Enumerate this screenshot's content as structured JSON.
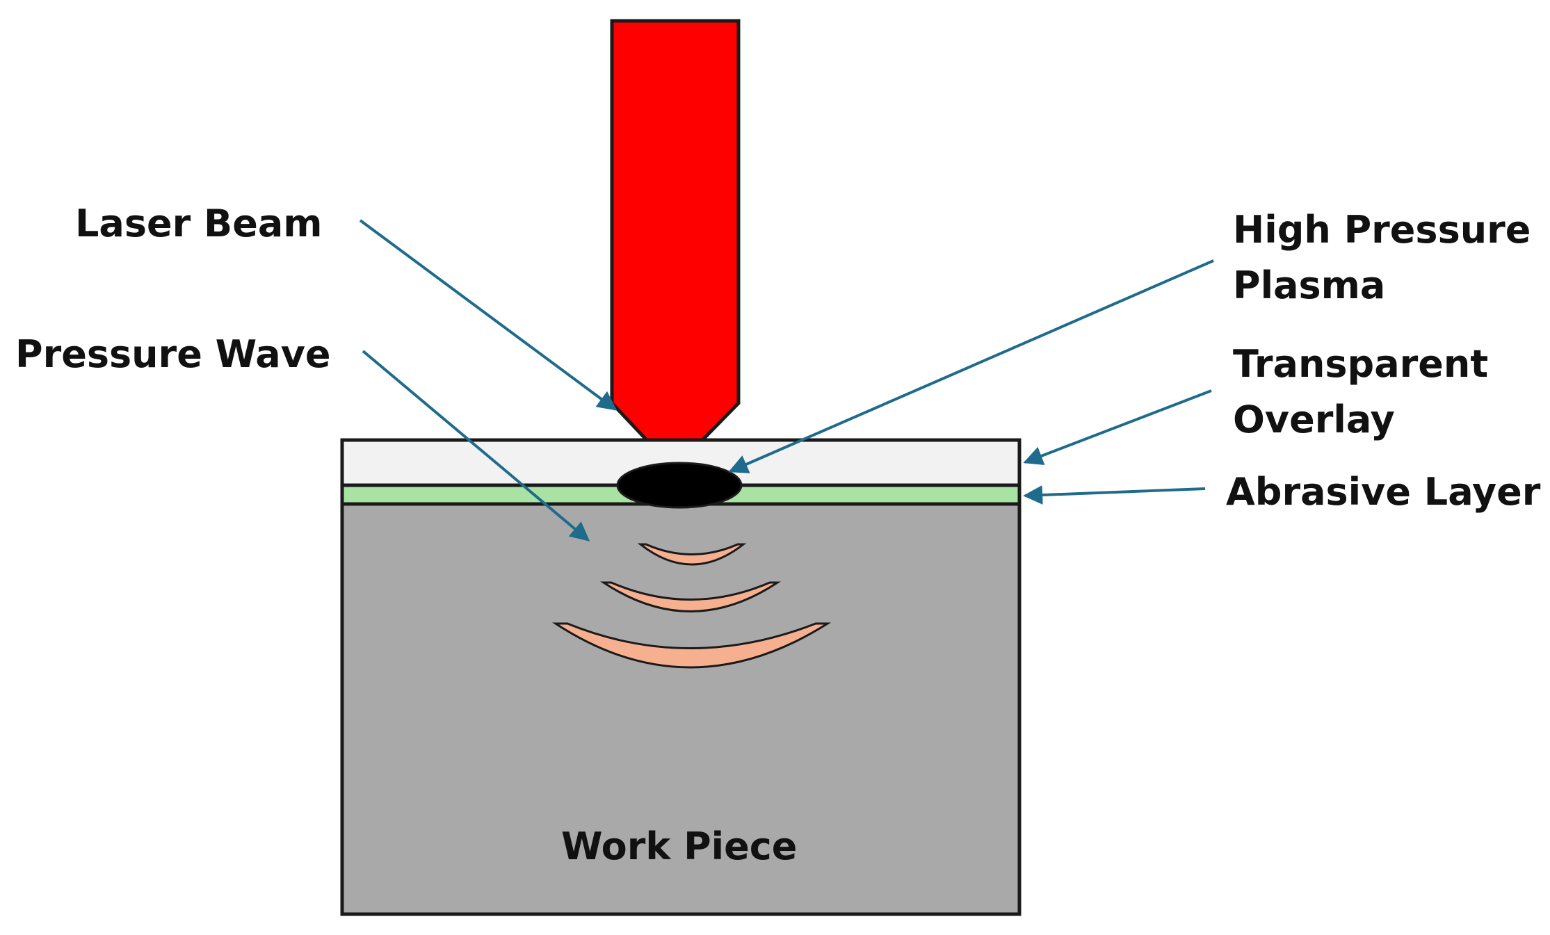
{
  "labels": {
    "laser_beam": "Laser Beam",
    "pressure_wave": "Pressure Wave",
    "high_pressure_plasma": [
      "High Pressure",
      "Plasma"
    ],
    "transparent_overlay": [
      "Transparent",
      "Overlay"
    ],
    "abrasive_layer": "Abrasive Layer",
    "work_piece": "Work Piece"
  },
  "colors": {
    "laser_beam": "#ff0000",
    "transparent_overlay": "#f2f2f2",
    "abrasive_layer": "#a9e3a4",
    "work_piece": "#a9a9a9",
    "plasma": "#000000",
    "pressure_wave": "#f7b08f",
    "arrow": "#1f6b8c"
  }
}
